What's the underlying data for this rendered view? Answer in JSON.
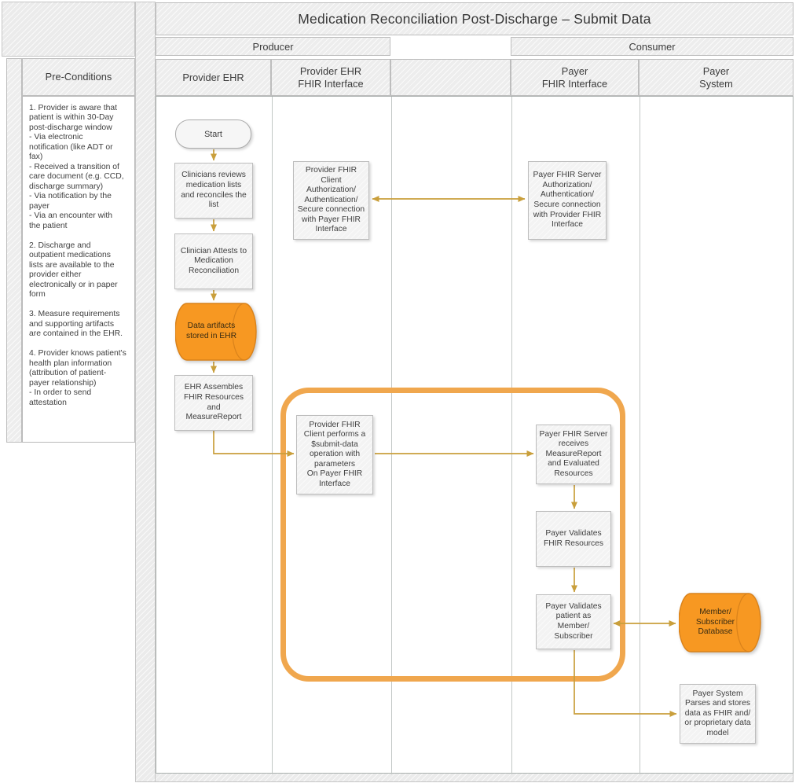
{
  "title": "Medication Reconciliation Post-Discharge – Submit Data",
  "bands": {
    "producer": "Producer",
    "consumer": "Consumer"
  },
  "lanes": {
    "preconditions": {
      "label": "Pre-Conditions",
      "body": "1. Provider is aware that\npatient is within 30-Day\npost-discharge window\n - Via electronic\nnotification (like ADT or\nfax)\n - Received a transition of\ncare document (e.g. CCD,\ndischarge summary)\n - Via notification by the\npayer\n - Via an encounter with\nthe patient\n\n2. Discharge and\noutpatient medications\nlists are available to the\nprovider either\nelectronically or in paper\nform\n\n3. Measure requirements\nand supporting artifacts\nare contained in the EHR.\n\n4. Provider knows patient's\nhealth plan information\n(attribution of patient-\npayer relationship)\n - In order to send\nattestation"
    },
    "provider_ehr": {
      "label": "Provider EHR"
    },
    "provider_fhir": {
      "label": "Provider EHR\nFHIR Interface"
    },
    "payer_fhir": {
      "label": "Payer\nFHIR Interface"
    },
    "payer_system": {
      "label": "Payer\nSystem"
    }
  },
  "nodes": {
    "start": "Start",
    "reviews": "Clinicians reviews\nmedication lists\nand reconciles the\nlist",
    "attests": "Clinician Attests to\nMedication\nReconciliation",
    "artifacts": "Data artifacts\nstored in EHR",
    "assembles": "EHR Assembles\nFHIR Resources\nand\nMeasureReport",
    "provider_auth": "Provider FHIR\nClient\nAuthorization/\nAuthentication/\nSecure connection\nwith Payer FHIR\nInterface",
    "payer_auth": "Payer FHIR Server\nAuthorization/\nAuthentication/\nSecure connection\nwith Provider FHIR\nInterface",
    "submit": "Provider FHIR\nClient performs a\n$submit-data\noperation with\nparameters\nOn Payer FHIR\nInterface",
    "receives": "Payer FHIR Server\nreceives\nMeasureReport\nand Evaluated\nResources",
    "validates_fhir": "Payer Validates\nFHIR Resources",
    "validates_member": "Payer Validates\npatient as\nMember/\nSubscriber",
    "member_db": "Member/\nSubscriber\nDatabase",
    "parses": "Payer System\nParses and stores\ndata as FHIR and/\nor proprietary data\nmodel"
  },
  "colors": {
    "shape_orange": "#F79822",
    "shape_orange_border": "#D9821B",
    "container_orange": "#F0A74E",
    "connector_gold": "#C99F3C"
  }
}
